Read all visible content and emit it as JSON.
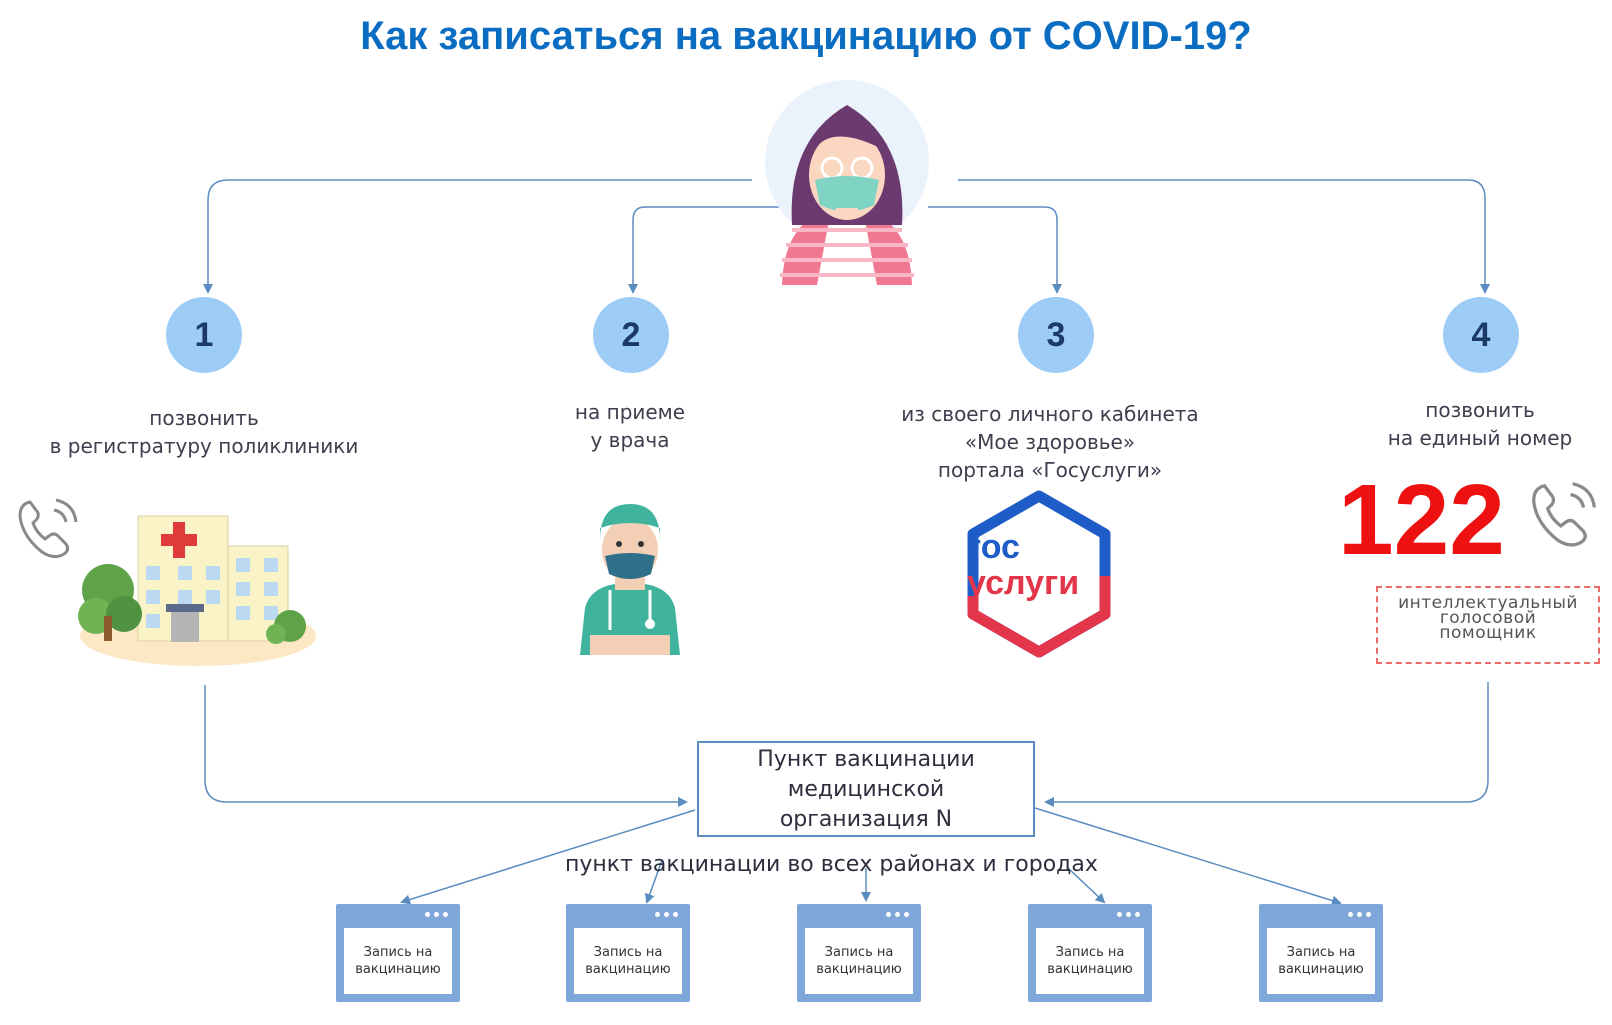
{
  "title": "Как записаться на вакцинацию от COVID-19?",
  "steps": [
    {
      "number": "1",
      "lines": [
        "позвонить",
        "в регистратуру поликлиники"
      ]
    },
    {
      "number": "2",
      "lines": [
        "на приеме",
        "у врача"
      ]
    },
    {
      "number": "3",
      "lines": [
        "из своего личного кабинета",
        "«Мое здоровье»",
        "портала «Госуслуги»"
      ]
    },
    {
      "number": "4",
      "lines": [
        "позвонить",
        "на единый номер"
      ]
    }
  ],
  "gosuslugi_logo": {
    "line1": "гос",
    "line2": "услуги"
  },
  "hotline": {
    "number": "122",
    "assistant_lines": [
      "интеллектуальный",
      "голосовой",
      "помощник"
    ]
  },
  "center_box": {
    "lines": [
      "Пункт вакцинации",
      "медицинской",
      "организация N"
    ]
  },
  "subtitle": "пункт   вакцинации во всех районах и городах",
  "cards": [
    {
      "line1": "Запись на",
      "line2": "вакцинацию"
    },
    {
      "line1": "Запись на",
      "line2": "вакцинацию"
    },
    {
      "line1": "Запись на",
      "line2": "вакцинацию"
    },
    {
      "line1": "Запись на",
      "line2": "вакцинацию"
    },
    {
      "line1": "Запись на",
      "line2": "вакцинацию"
    }
  ],
  "colors": {
    "title": "#0a6dc2",
    "circle": "#9dccf6",
    "arrow": "#5b8cc0",
    "hotline": "#ee1111",
    "card": "#7ea6d8"
  },
  "icons": [
    "woman-in-mask-icon",
    "phone-icon",
    "hospital-icon",
    "doctor-icon",
    "gosuslugi-logo",
    "phone-icon"
  ]
}
